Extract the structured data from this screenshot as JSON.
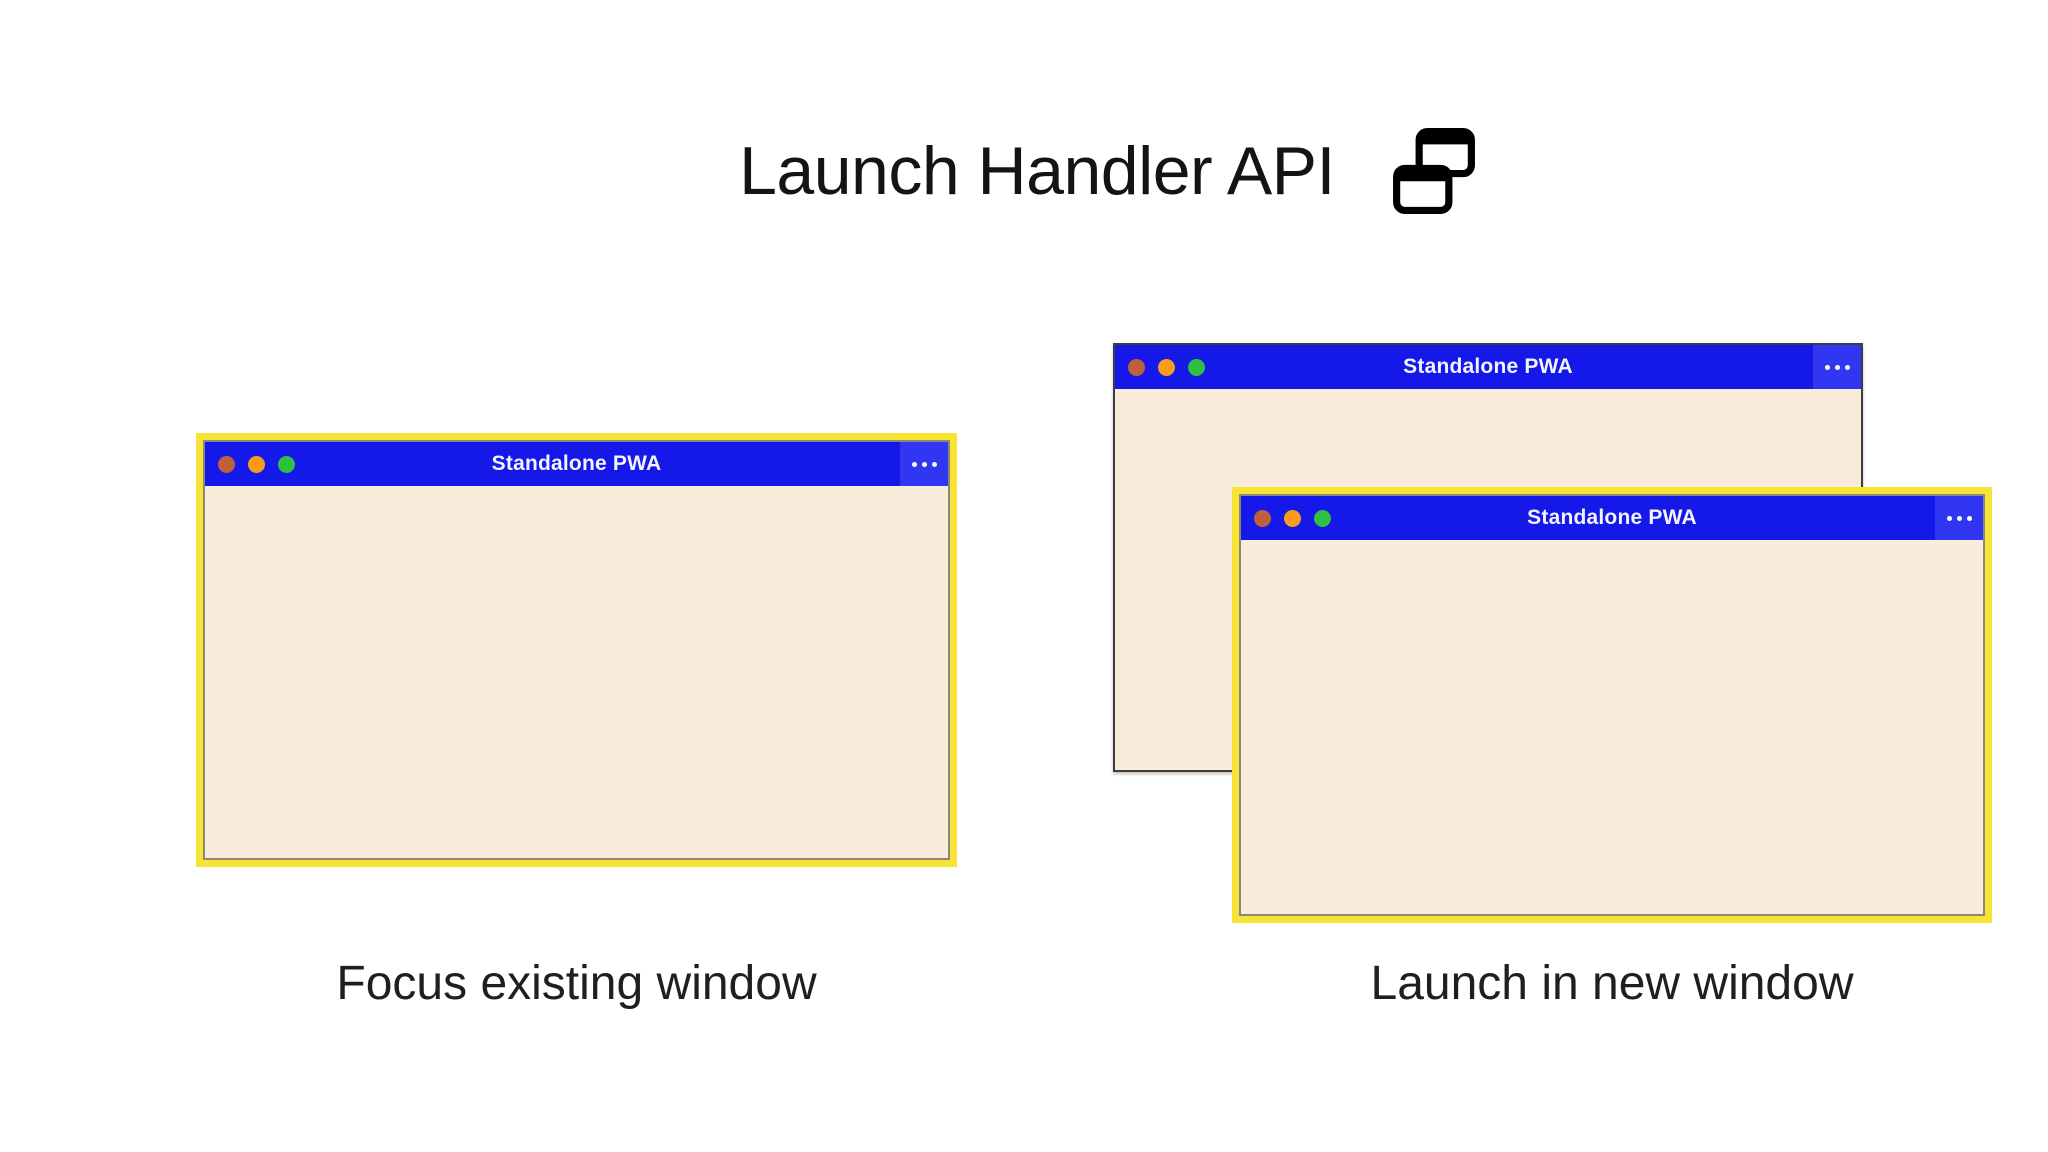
{
  "title": {
    "text": "Launch Handler API",
    "icon": "multi-window-icon"
  },
  "windows": [
    {
      "name": "existing-window",
      "title": "Standalone PWA",
      "highlighted": true
    },
    {
      "name": "background-window",
      "title": "Standalone PWA",
      "highlighted": false
    },
    {
      "name": "new-window",
      "title": "Standalone PWA",
      "highlighted": true
    }
  ],
  "window_chrome": {
    "traffic_lights": [
      "close",
      "minimize",
      "maximize"
    ],
    "more_menu_icon": "ellipsis"
  },
  "captions": {
    "left": "Focus existing window",
    "right": "Launch in new window"
  },
  "colors": {
    "titlebar_blue": "#1418e9",
    "more_box_blue": "#3136f2",
    "highlight_yellow": "#f6e334",
    "window_body_cream": "#f9ecda",
    "dot_red": "#c05f3c",
    "dot_orange": "#f89c1b",
    "dot_green": "#2fc041",
    "background_window_border": "#3d3d3d",
    "text": "#141414"
  }
}
